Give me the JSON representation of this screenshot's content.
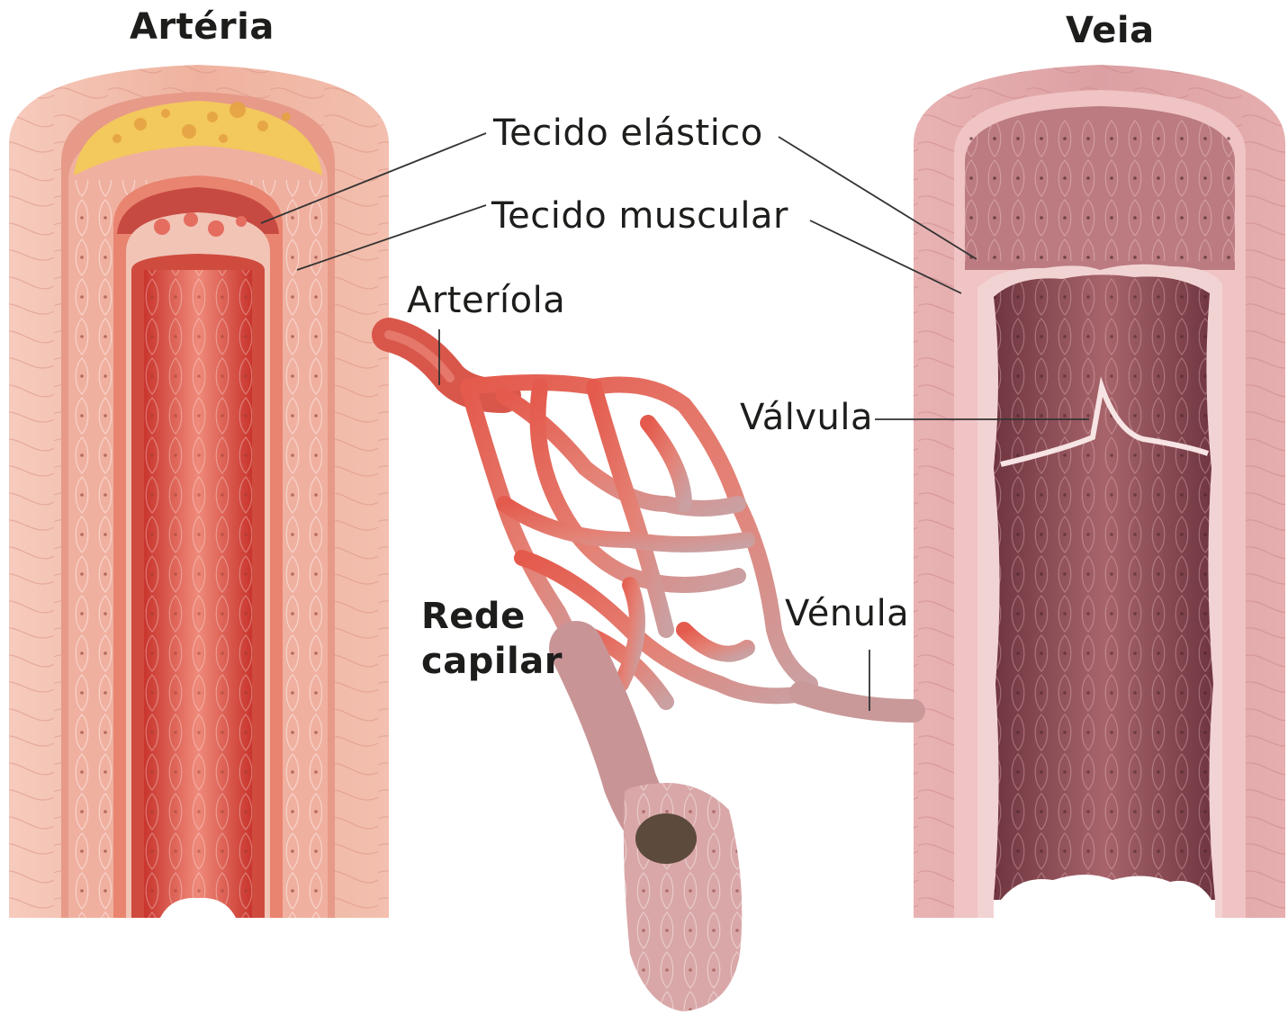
{
  "titles": {
    "artery": "Artéria",
    "vein": "Veia"
  },
  "labels": {
    "elastic_tissue": "Tecido elástico",
    "muscle_tissue": "Tecido muscular",
    "arteriole": "Arteríola",
    "valve": "Válvula",
    "capillary_network_line1": "Rede",
    "capillary_network_line2": "capilar",
    "venule": "Vénula"
  },
  "colors": {
    "artery_outer": "#f1b7a8",
    "artery_muscle": "#f0a99b",
    "artery_lumen": "#d9463c",
    "elastic_yellow": "#f3c85c",
    "vein_outer": "#e4a7a9",
    "vein_lumen": "#8d4a52",
    "arteriole_red": "#e0584c",
    "venule_pink": "#c98f8f",
    "leader_line": "#333333"
  }
}
